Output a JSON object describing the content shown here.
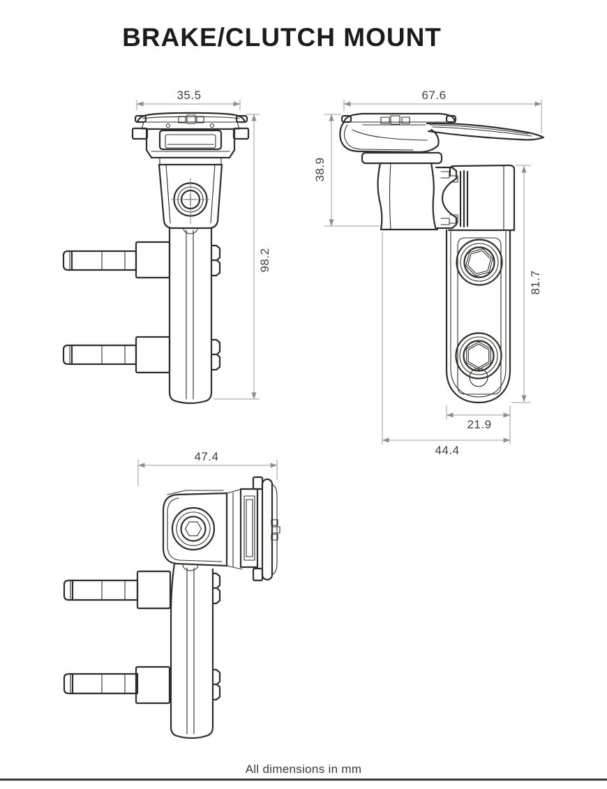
{
  "title": "BRAKE/CLUTCH MOUNT",
  "footer_note": "All dimensions in mm",
  "units": "mm",
  "colors": {
    "background": "#ffffff",
    "part_line": "#2d2d2b",
    "dimension_line": "#9b9b9b",
    "dimension_arrow": "#8f8f8f",
    "dimension_text": "#3e3e3e",
    "title_text": "#1b1b1a"
  },
  "views": {
    "front": {
      "label": "front-view",
      "dimensions": {
        "overall_width": "35.5",
        "overall_height": "98.2"
      }
    },
    "side": {
      "label": "side-view-with-lever",
      "dimensions": {
        "overall_width": "67.6",
        "head_height": "38.9",
        "bracket_height": "81.7",
        "bracket_width": "21.9",
        "overall_depth": "44.4"
      }
    },
    "rotated": {
      "label": "rotated-side-view",
      "dimensions": {
        "overall_width": "47.4"
      }
    }
  }
}
